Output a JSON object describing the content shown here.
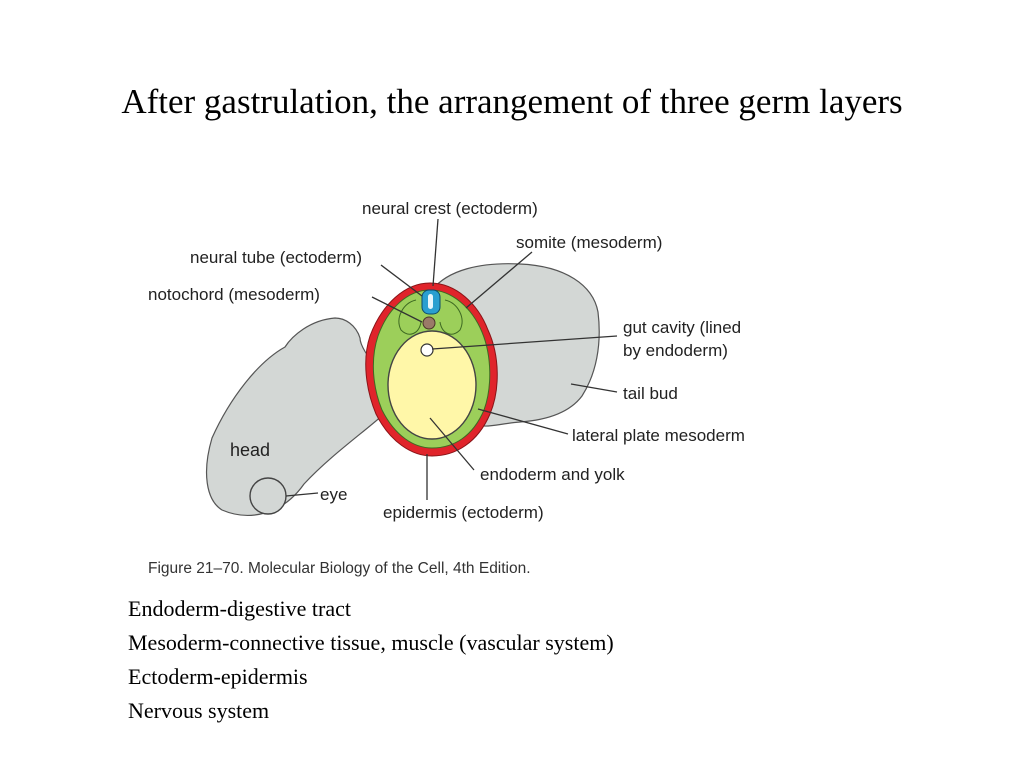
{
  "slide": {
    "title": "After gastrulation, the arrangement of three germ layers"
  },
  "diagram": {
    "labels": {
      "neural_crest": "neural crest (ectoderm)",
      "somite": "somite (mesoderm)",
      "neural_tube": "neural tube (ectoderm)",
      "notochord": "notochord (mesoderm)",
      "gut_cavity_line1": "gut cavity (lined",
      "gut_cavity_line2": "by endoderm)",
      "tail_bud": "tail bud",
      "lateral_plate": "lateral plate mesoderm",
      "head": "head",
      "endoderm_yolk": "endoderm and yolk",
      "eye": "eye",
      "epidermis": "epidermis (ectoderm)"
    },
    "caption": "Figure 21–70. Molecular Biology of the Cell, 4th Edition.",
    "colors": {
      "body": "#d3d7d5",
      "epidermis": "#e0242b",
      "mesoderm": "#9ccf5a",
      "yolk": "#fff7a8",
      "neural_tube": "#2a9fd0",
      "notochord": "#9a7a68"
    }
  },
  "notes": [
    "Endoderm-digestive tract",
    "Mesoderm-connective tissue, muscle (vascular system)",
    "Ectoderm-epidermis",
    "Nervous system"
  ]
}
